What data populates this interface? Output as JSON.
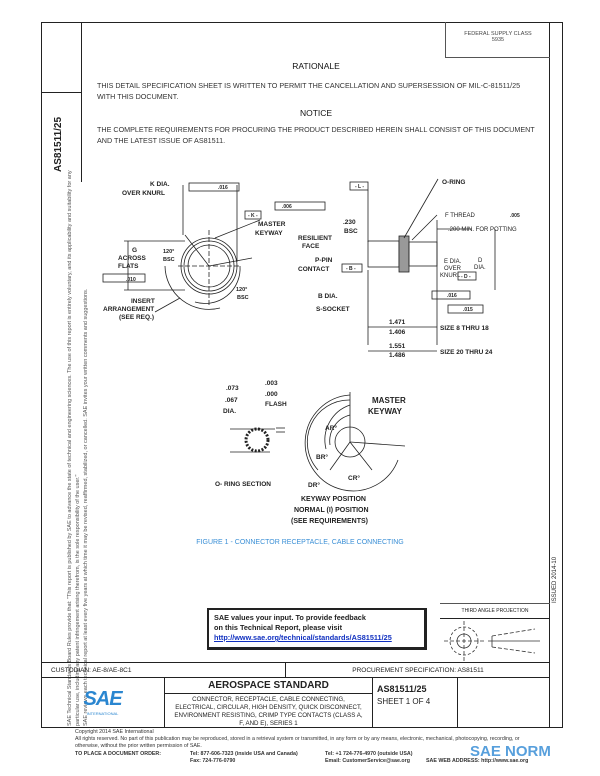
{
  "margin": {
    "doc_number": "AS81511/25",
    "notice_line1": "SAE Technical Standards Board Rules provide that: \"This report is published by SAE to advance the state of technical and engineering sciences. The use of this report is entirely voluntary, and its applicability and suitability for any particular use, including any patent infringement arising therefrom, is the sole responsibility of the user.\"",
    "notice_line2": "SAE reviews each technical report at least every five years at which time it may be revised, reaffirmed, stabilized, or cancelled. SAE invites your written comments and suggestions.",
    "issued": "ISSUED 2014-10"
  },
  "header": {
    "fsc_label": "FEDERAL SUPPLY CLASS",
    "fsc_value": "5935"
  },
  "body": {
    "rationale_title": "RATIONALE",
    "rationale_text": "THIS DETAIL SPECIFICATION SHEET IS WRITTEN TO PERMIT THE CANCELLATION AND SUPERSESSION OF MIL-C-81511/25 WITH THIS DOCUMENT.",
    "notice_title": "NOTICE",
    "notice_text": "THE COMPLETE REQUIREMENTS FOR PROCURING THE PRODUCT DESCRIBED HEREIN SHALL CONSIST OF THIS DOCUMENT AND THE LATEST ISSUE OF AS81511."
  },
  "figure": {
    "labels": {
      "k_dia": "K DIA.",
      "over_knurl": "OVER KNURL",
      "fcf_k": ".016",
      "datum_b": "B",
      "datum_k": "- K -",
      "master_keyway": "MASTER",
      "keyway": "KEYWAY",
      "g_across": "G",
      "across": "ACROSS",
      "flats": "FLATS",
      "fcf_g": ".010",
      "angle_120": "120°",
      "bsc": "BSC",
      "insert_arr1": "INSERT",
      "insert_arr2": "ARRANGEMENT",
      "insert_arr3": "(SEE REQ.)",
      "fcf_lkb": ".006",
      "datum_l": "- L -",
      "o_ring": "O-RING",
      "f_thread": "F THREAD",
      "fcf_f": ".005",
      "potting": ".200 MIN. FOR POTTING",
      "dim_230": ".230",
      "resilient": "RESILIENT",
      "face": "FACE",
      "p_pin": "P-PIN",
      "contact": "CONTACT",
      "datum_b_box": "- B -",
      "e_dia": "E DIA.",
      "e_over": "OVER",
      "e_knurl": "KNURL",
      "d_dia": "D",
      "d_dia2": "DIA.",
      "datum_d": "- D -",
      "b_dia": "B DIA.",
      "s_socket": "S-SOCKET",
      "fcf_d": ".016",
      "fcf_b": ".015",
      "dim1_max": "1.471",
      "dim1_min": "1.406",
      "size1": "SIZE 8 THRU 18",
      "dim2_max": "1.551",
      "dim2_min": "1.486",
      "size2": "SIZE 20 THRU 24",
      "or_073": ".073",
      "or_067": ".067",
      "or_dia": "DIA.",
      "fl_003": ".003",
      "fl_000": ".000",
      "flash": "FLASH",
      "oring_section": "O- RING SECTION",
      "ar": "AR°",
      "br": "BR°",
      "cr": "CR°",
      "dr": "DR°",
      "kp1": "KEYWAY POSITION",
      "kp2": "NORMAL (I) POSITION",
      "kp3": "(SEE REQUIREMENTS)"
    },
    "caption": "FIGURE 1 - CONNECTOR RECEPTACLE, CABLE CONNECTING"
  },
  "feedback": {
    "line1": "SAE values your input. To provide feedback",
    "line2": "on this Technical Report, please visit",
    "link": "http://www.sae.org/technical/standards/AS81511/25"
  },
  "projection": {
    "label": "THIRD ANGLE PROJECTION"
  },
  "title_block": {
    "custodian": "CUSTODIAN: AE-8/AE-8C1",
    "procurement": "PROCUREMENT SPECIFICATION: AS81511",
    "logo": "SAE",
    "logo_sub": "INTERNATIONAL",
    "standard": "AEROSPACE STANDARD",
    "description": "CONNECTOR, RECEPTACLE, CABLE CONNECTING, ELECTRICAL, CIRCULAR, HIGH DENSITY, QUICK DISCONNECT, ENVIRONMENT RESISTING, CRIMP TYPE CONTACTS (CLASS A, F, AND E), SERIES 1",
    "doc_number": "AS81511/25",
    "sheet": "SHEET 1 OF 4"
  },
  "footer": {
    "copyright": "Copyright 2014 SAE International",
    "rights": "All rights reserved. No part of this publication may be reproduced, stored in a retrieval system or transmitted, in any form or by any means, electronic, mechanical, photocopying, recording, or otherwise, without the prior written permission of SAE.",
    "order_label": "TO PLACE A DOCUMENT ORDER:",
    "tel_us": "Tel: 877-606-7323 (inside USA and Canada)",
    "fax": "Fax: 724-776-0790",
    "tel_intl": "Tel: +1 724-776-4970 (outside USA)",
    "email": "Email: CustomerService@sae.org",
    "web": "SAE WEB ADDRESS: http://www.sae.org",
    "watermark": "SAE NORM",
    "accent": "#3a8fd6"
  }
}
